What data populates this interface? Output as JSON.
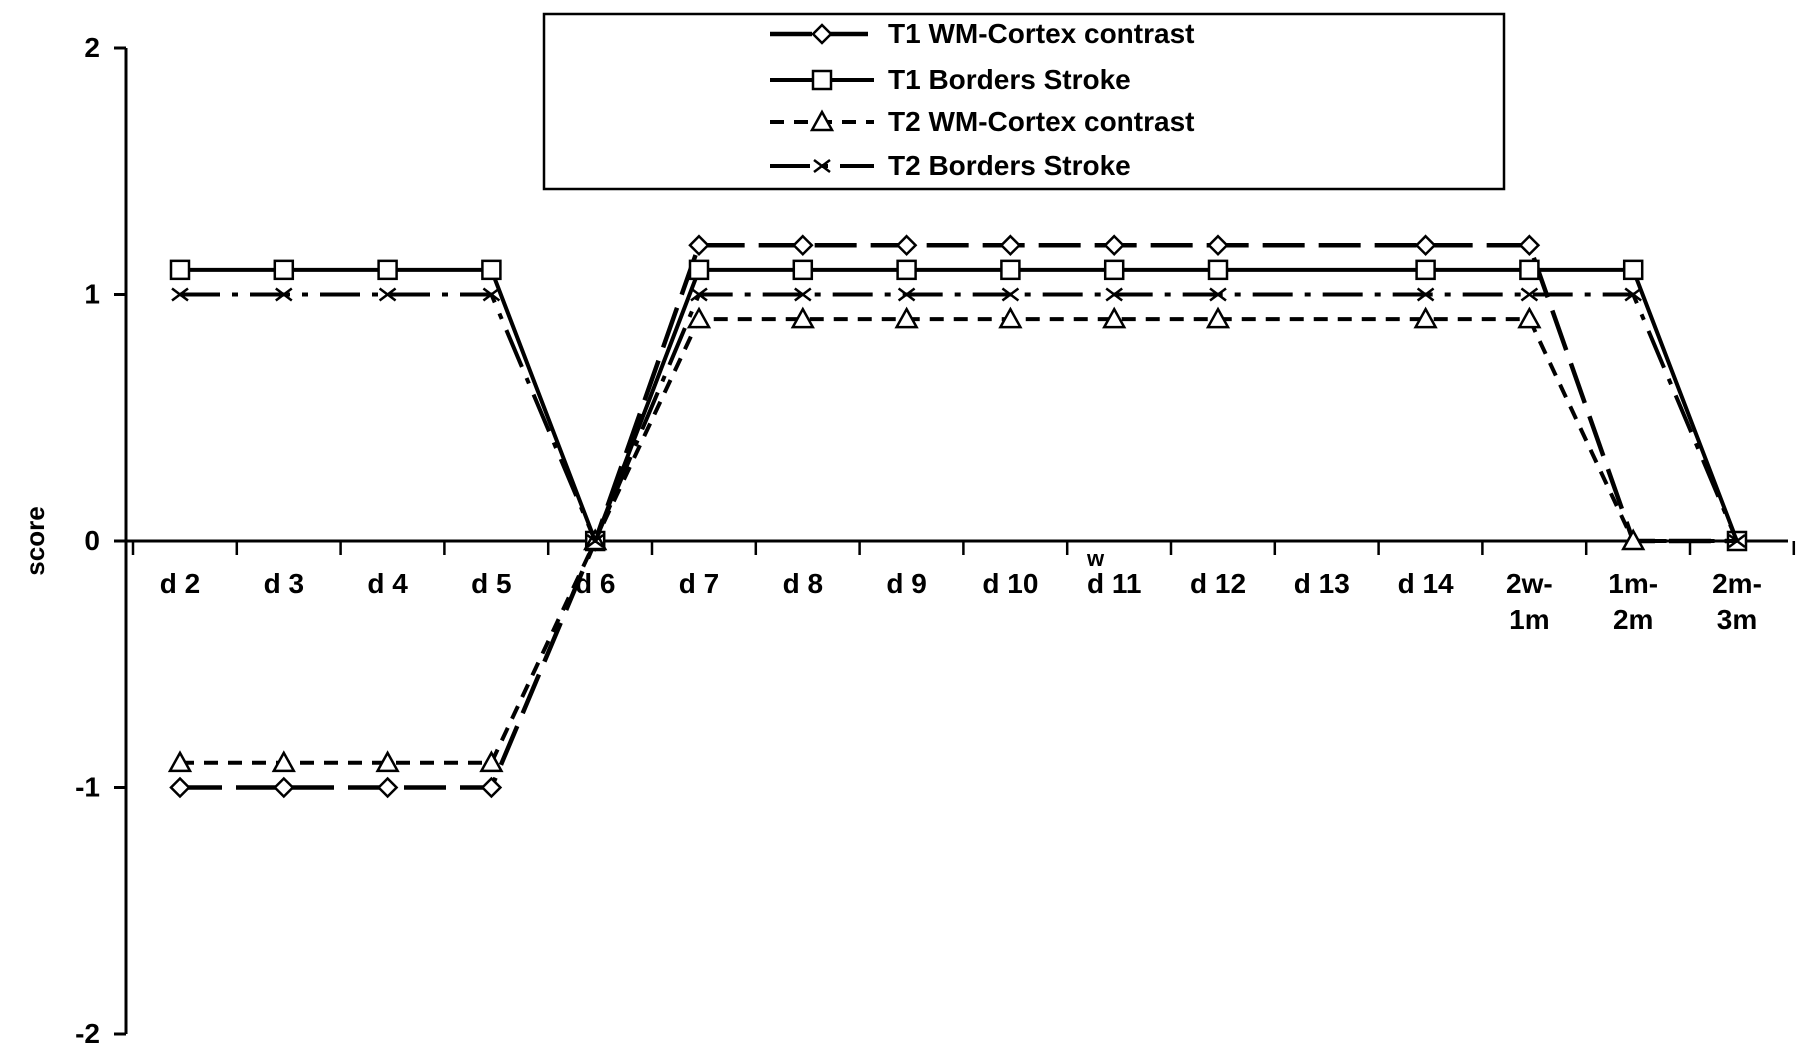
{
  "chart_data": {
    "type": "line",
    "title": "",
    "xlabel": "",
    "ylabel": "score",
    "ylim": [
      -2,
      2
    ],
    "yticks": [
      2,
      1,
      0,
      -1,
      -2
    ],
    "grid": false,
    "legend_position": "top-center",
    "categories": [
      [
        "d 2"
      ],
      [
        "d 3"
      ],
      [
        "d 4"
      ],
      [
        "d 5"
      ],
      [
        "d 6"
      ],
      [
        "d 7"
      ],
      [
        "d 8"
      ],
      [
        "d 9"
      ],
      [
        "d 10"
      ],
      [
        "d 11"
      ],
      [
        "d 12"
      ],
      [
        "d 13"
      ],
      [
        "d 14"
      ],
      [
        "2w-",
        "1m"
      ],
      [
        "1m-",
        "2m"
      ],
      [
        "2m-",
        "3m"
      ]
    ],
    "series": [
      {
        "name": "T1 WM-Cortex contrast",
        "marker": "diamond",
        "dash": "long-dash",
        "values": [
          -1,
          -1,
          -1,
          -1,
          0,
          1.2,
          1.2,
          1.2,
          1.2,
          1.2,
          1.2,
          null,
          1.2,
          1.2,
          0,
          0
        ],
        "marker_mask": [
          true,
          true,
          true,
          true,
          true,
          true,
          true,
          true,
          true,
          true,
          true,
          false,
          true,
          true,
          false,
          false
        ]
      },
      {
        "name": "T1 Borders Stroke",
        "marker": "square",
        "dash": "solid",
        "values": [
          1.1,
          1.1,
          1.1,
          1.1,
          0,
          1.1,
          1.1,
          1.1,
          1.1,
          1.1,
          1.1,
          null,
          1.1,
          1.1,
          1.1,
          0
        ],
        "marker_mask": [
          true,
          true,
          true,
          true,
          true,
          true,
          true,
          true,
          true,
          true,
          true,
          false,
          true,
          true,
          true,
          true
        ]
      },
      {
        "name": "T2 WM-Cortex contrast",
        "marker": "triangle",
        "dash": "short-dash",
        "values": [
          -0.9,
          -0.9,
          -0.9,
          -0.9,
          0,
          0.9,
          0.9,
          0.9,
          0.9,
          0.9,
          0.9,
          null,
          0.9,
          0.9,
          0,
          0
        ],
        "marker_mask": [
          true,
          true,
          true,
          true,
          true,
          true,
          true,
          true,
          true,
          true,
          true,
          false,
          true,
          true,
          true,
          false
        ]
      },
      {
        "name": "T2 Borders Stroke",
        "marker": "x",
        "dash": "dash-dot",
        "values": [
          1,
          1,
          1,
          1,
          0,
          1,
          1,
          1,
          1,
          1,
          1,
          null,
          1,
          1,
          1,
          0
        ],
        "marker_mask": [
          true,
          true,
          true,
          true,
          true,
          true,
          true,
          true,
          true,
          true,
          true,
          false,
          true,
          true,
          true,
          true
        ]
      }
    ],
    "annotations": [
      "w"
    ]
  }
}
